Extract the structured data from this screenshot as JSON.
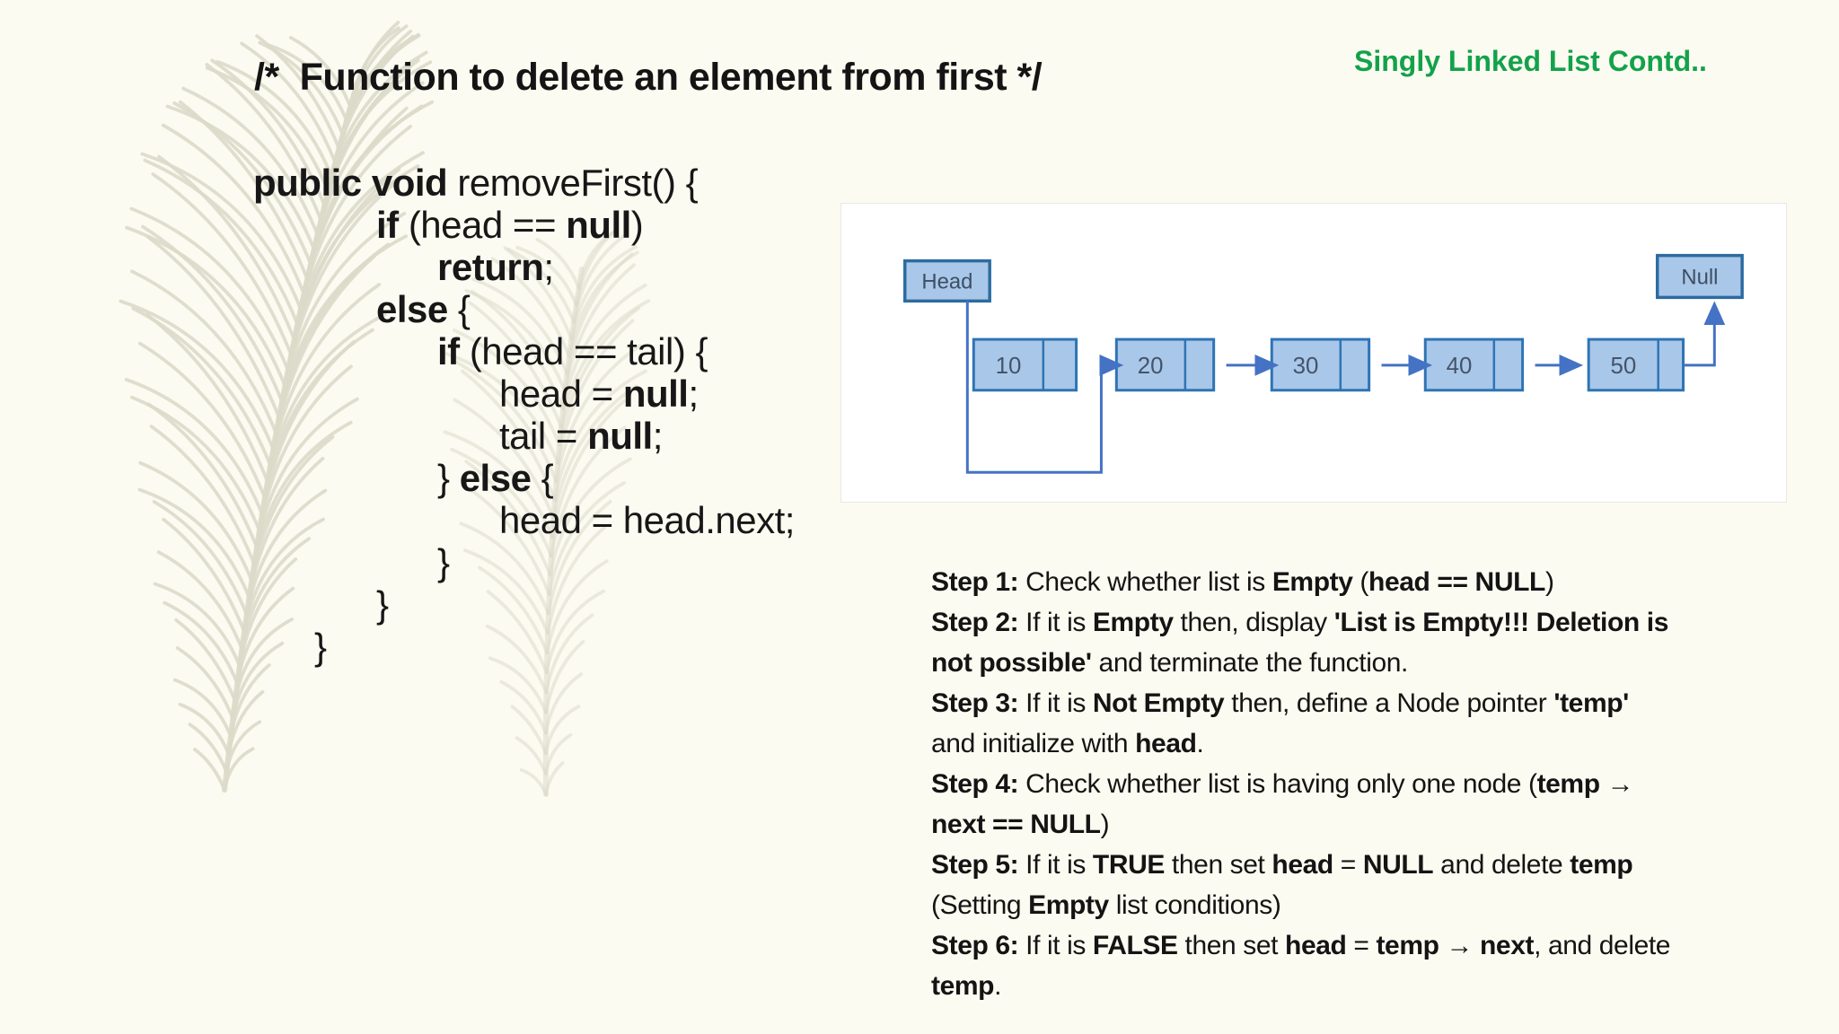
{
  "slide": {
    "background": "#fbfbf1",
    "title": "/*  Function to delete an element from first */",
    "heading": "Singly Linked List Contd..",
    "heading_color": "#13a24b"
  },
  "code": {
    "lines": [
      {
        "indent": 0,
        "runs": [
          {
            "b": true,
            "t": "public void"
          },
          {
            "t": " removeFirst() {"
          }
        ]
      },
      {
        "indent": 2,
        "runs": [
          {
            "b": true,
            "t": "if"
          },
          {
            "t": " (head == "
          },
          {
            "b": true,
            "t": "null"
          },
          {
            "t": ")"
          }
        ]
      },
      {
        "indent": 3,
        "runs": [
          {
            "b": true,
            "t": "return"
          },
          {
            "t": ";"
          }
        ]
      },
      {
        "indent": 2,
        "runs": [
          {
            "b": true,
            "t": "else"
          },
          {
            "t": " {"
          }
        ]
      },
      {
        "indent": 3,
        "runs": [
          {
            "b": true,
            "t": "if"
          },
          {
            "t": " (head == tail) {"
          }
        ]
      },
      {
        "indent": 4,
        "runs": [
          {
            "t": "head = "
          },
          {
            "b": true,
            "t": "null"
          },
          {
            "t": ";"
          }
        ]
      },
      {
        "indent": 4,
        "runs": [
          {
            "t": "tail = "
          },
          {
            "b": true,
            "t": "null"
          },
          {
            "t": ";"
          }
        ]
      },
      {
        "indent": 3,
        "runs": [
          {
            "t": "} "
          },
          {
            "b": true,
            "t": "else"
          },
          {
            "t": " {"
          }
        ]
      },
      {
        "indent": 4,
        "runs": [
          {
            "t": "head = head.next;"
          }
        ]
      },
      {
        "indent": 3,
        "runs": [
          {
            "t": "}"
          }
        ]
      },
      {
        "indent": 2,
        "runs": [
          {
            "t": "}"
          }
        ]
      },
      {
        "indent": 1,
        "runs": [
          {
            "t": "}"
          }
        ]
      }
    ]
  },
  "diagram": {
    "head_label": "Head",
    "null_label": "Null",
    "nodes": [
      "10",
      "20",
      "30",
      "40",
      "50"
    ],
    "node_fill": "#a9c7e9",
    "node_border": "#2e74b5",
    "arrow_color": "#4472c4"
  },
  "steps": {
    "lines": [
      {
        "runs": [
          {
            "b": true,
            "t": "Step 1:"
          },
          {
            "t": " Check whether list is "
          },
          {
            "b": true,
            "t": "Empty"
          },
          {
            "t": " ("
          },
          {
            "b": true,
            "t": "head == NULL"
          },
          {
            "t": ")"
          }
        ]
      },
      {
        "runs": [
          {
            "b": true,
            "t": "Step 2:"
          },
          {
            "t": " If it is "
          },
          {
            "b": true,
            "t": "Empty"
          },
          {
            "t": " then, display "
          },
          {
            "b": true,
            "t": "'List is Empty!!! Deletion is"
          }
        ]
      },
      {
        "runs": [
          {
            "b": true,
            "t": "not possible'"
          },
          {
            "t": " and terminate the function."
          }
        ]
      },
      {
        "runs": [
          {
            "b": true,
            "t": "Step 3:"
          },
          {
            "t": " If it is "
          },
          {
            "b": true,
            "t": "Not Empty"
          },
          {
            "t": " then, define a Node pointer "
          },
          {
            "b": true,
            "t": "'temp'"
          }
        ]
      },
      {
        "runs": [
          {
            "t": "and initialize with "
          },
          {
            "b": true,
            "t": "head"
          },
          {
            "t": "."
          }
        ]
      },
      {
        "runs": [
          {
            "b": true,
            "t": "Step 4:"
          },
          {
            "t": " Check whether list is having only one node ("
          },
          {
            "b": true,
            "t": "temp →"
          }
        ]
      },
      {
        "runs": [
          {
            "b": true,
            "t": "next == NULL"
          },
          {
            "t": ")"
          }
        ]
      },
      {
        "runs": [
          {
            "b": true,
            "t": "Step 5:"
          },
          {
            "t": " If it is "
          },
          {
            "b": true,
            "t": "TRUE"
          },
          {
            "t": " then set "
          },
          {
            "b": true,
            "t": "head"
          },
          {
            "t": " = "
          },
          {
            "b": true,
            "t": "NULL"
          },
          {
            "t": " and delete "
          },
          {
            "b": true,
            "t": "temp"
          }
        ]
      },
      {
        "runs": [
          {
            "t": "(Setting "
          },
          {
            "b": true,
            "t": "Empty"
          },
          {
            "t": " list conditions)"
          }
        ]
      },
      {
        "runs": [
          {
            "b": true,
            "t": "Step 6:"
          },
          {
            "t": " If it is "
          },
          {
            "b": true,
            "t": "FALSE"
          },
          {
            "t": " then set "
          },
          {
            "b": true,
            "t": "head"
          },
          {
            "t": " = "
          },
          {
            "b": true,
            "t": "temp → next"
          },
          {
            "t": ", and delete"
          }
        ]
      },
      {
        "runs": [
          {
            "b": true,
            "t": "temp"
          },
          {
            "t": "."
          }
        ]
      }
    ]
  }
}
